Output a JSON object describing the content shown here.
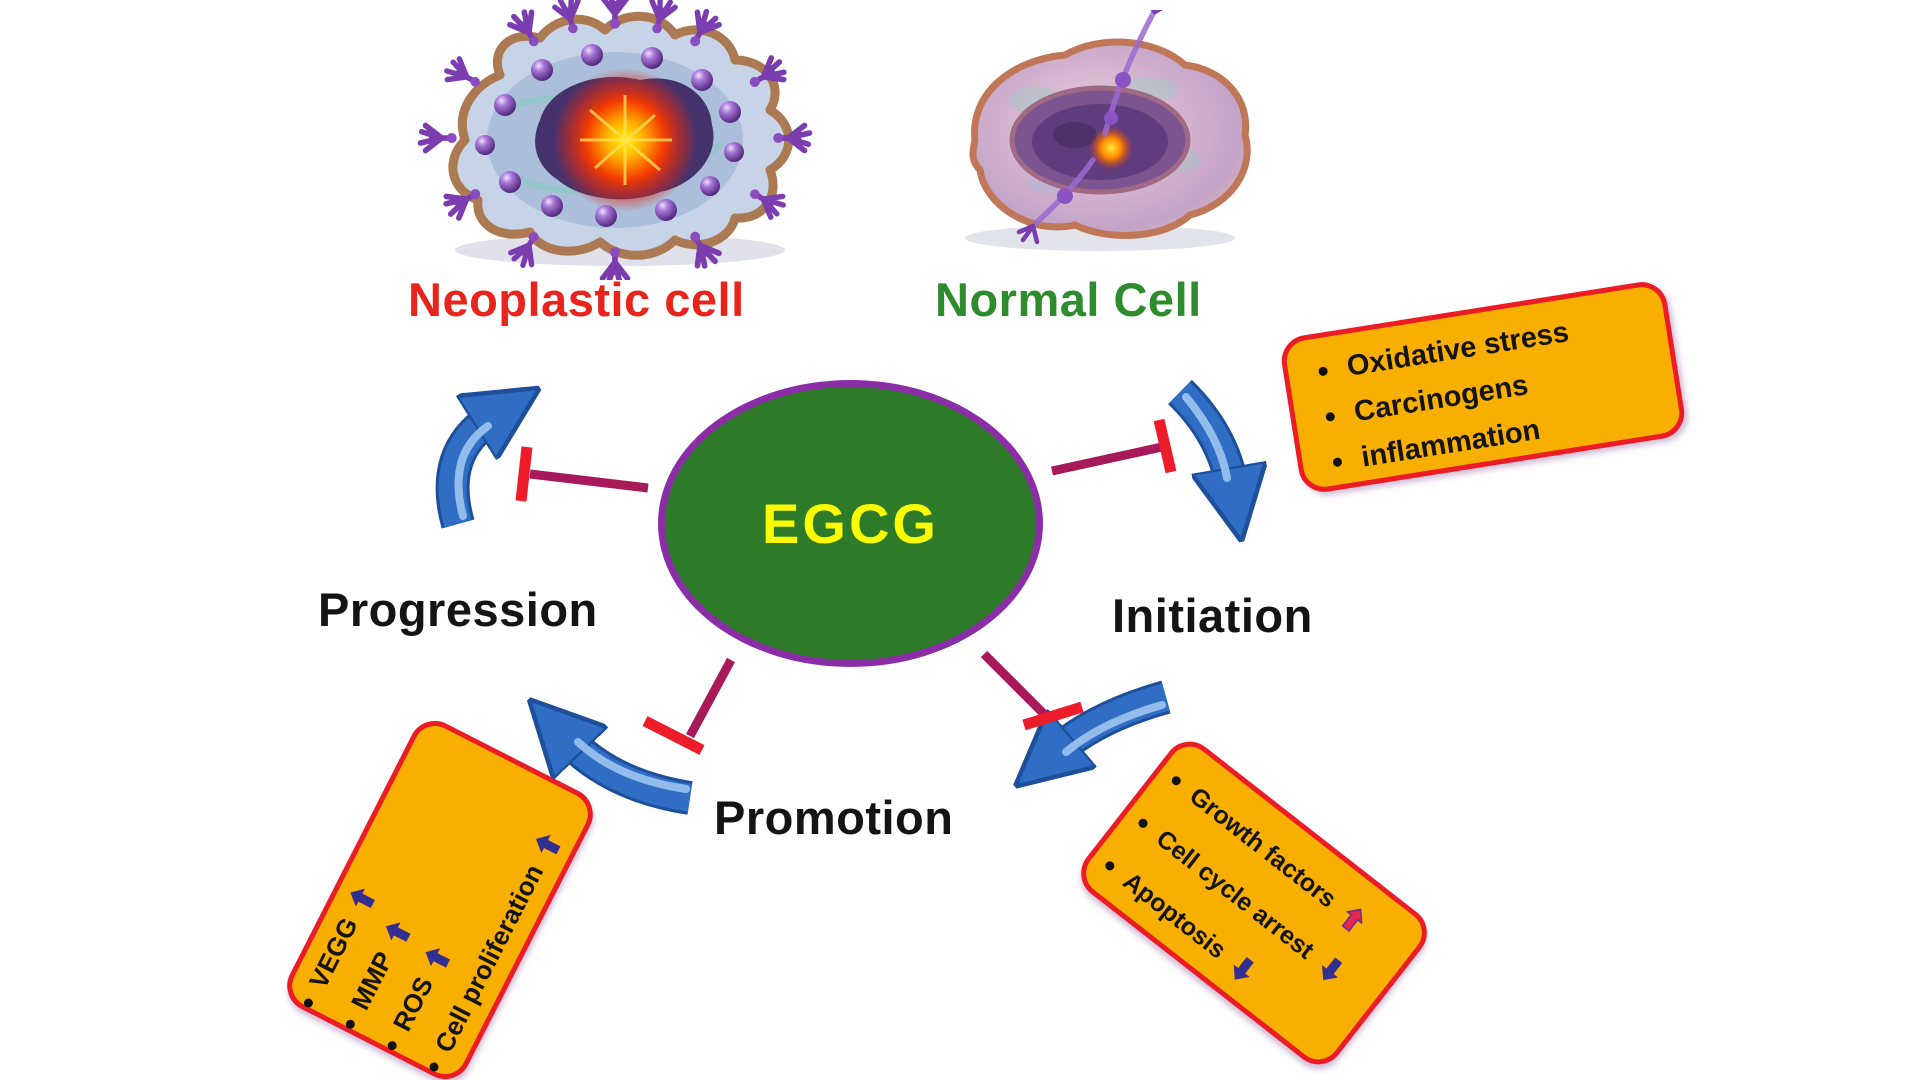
{
  "cells": {
    "neoplastic": {
      "label": "Neoplastic cell",
      "label_color": "#e8241c"
    },
    "normal": {
      "label": "Normal Cell",
      "label_color": "#2e8b2e"
    }
  },
  "center": {
    "label": "EGCG",
    "fill_color": "#2d7a28",
    "border_color": "#8c2da8",
    "text_color": "#fcfc00"
  },
  "stages": {
    "progression": "Progression",
    "initiation": "Initiation",
    "promotion": "Promotion"
  },
  "boxes": {
    "top_right": {
      "items": [
        {
          "label": "Oxidative stress"
        },
        {
          "label": "Carcinogens"
        },
        {
          "label": "inflammation"
        }
      ]
    },
    "bottom_left": {
      "items": [
        {
          "label": "VEGG",
          "arrow": "up",
          "arrow_color": "navy"
        },
        {
          "label": "MMP",
          "arrow": "up",
          "arrow_color": "navy"
        },
        {
          "label": "ROS",
          "arrow": "up",
          "arrow_color": "navy"
        },
        {
          "label": "Cell proliferation",
          "arrow": "up",
          "arrow_color": "navy"
        }
      ]
    },
    "bottom_right": {
      "items": [
        {
          "label": "Growth factors",
          "arrow": "up",
          "arrow_color": "red"
        },
        {
          "label": "Cell cycle arrest",
          "arrow": "down",
          "arrow_color": "navy"
        },
        {
          "label": "Apoptosis",
          "arrow": "down",
          "arrow_color": "navy"
        }
      ]
    }
  },
  "colors": {
    "box_fill": "#f9af00",
    "box_border": "#ec1c24",
    "curved_arrow_blue": "#2f6ec4",
    "inhibition_line": "#a8195a",
    "inhibition_cap": "#ed1c2b",
    "item_arrow_navy": "#2e3192",
    "item_arrow_red": "#e82750"
  }
}
